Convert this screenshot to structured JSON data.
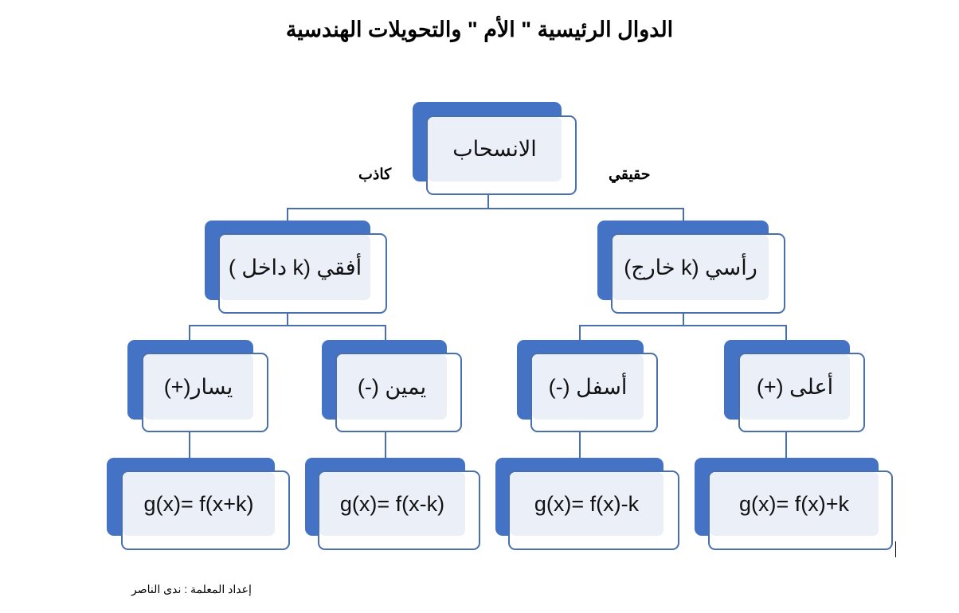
{
  "title": "الدوال الرئيسية \" الأم \" والتحويلات الهندسية",
  "edge_labels": {
    "false": "كاذب",
    "true": "حقيقي"
  },
  "nodes": {
    "root": "الانسحاب",
    "horizontal": "أفقي (k داخل )",
    "vertical": "رأسي (k خارج)",
    "left": "يسار(+)",
    "right": "يمين (-)",
    "down": "أسفل (-)",
    "up": "أعلى (+)",
    "f_left": "g(x)= f(x+k)",
    "f_right": "g(x)= f(x-k)",
    "f_down": "g(x)= f(x)-k",
    "f_up": "g(x)= f(x)+k"
  },
  "footer": "إعداد المعلمة : ندى الناصر",
  "colors": {
    "accent": "#4472c4",
    "fill": "#eaeff8",
    "border": "#4a6fae"
  }
}
